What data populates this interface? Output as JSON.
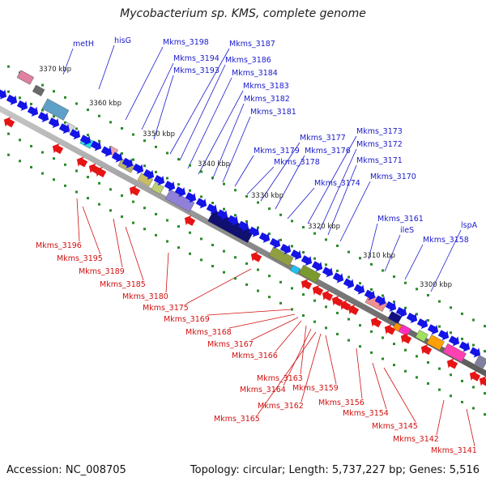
{
  "title": "Mycobacterium sp. KMS, complete genome",
  "accession_label": "Accession:",
  "accession": "NC_008705",
  "topology_text": "Topology: circular; Length: 5,737,227 bp; Genes: 5,516",
  "colors": {
    "forward_arrow": "#1414e6",
    "reverse_arrow": "#e61414",
    "forward_label": "#1a1acc",
    "reverse_label": "#d01010",
    "backbone": "#8c8c8c",
    "dots": "#2a8a2a",
    "tick_text": "#222222"
  },
  "ticks": [
    "3370 kbp",
    "3360 kbp",
    "3350 kbp",
    "3340 kbp",
    "3330 kbp",
    "3320 kbp",
    "3310 kbp",
    "3300 kbp"
  ],
  "forward_genes": [
    "metH",
    "hisG",
    "Mkms_3198",
    "Mkms_3194",
    "Mkms_3193",
    "Mkms_3187",
    "Mkms_3186",
    "Mkms_3184",
    "Mkms_3183",
    "Mkms_3182",
    "Mkms_3181",
    "Mkms_3179",
    "Mkms_3178",
    "Mkms_3177",
    "Mkms_3176",
    "Mkms_3174",
    "Mkms_3173",
    "Mkms_3172",
    "Mkms_3171",
    "Mkms_3170",
    "Mkms_3161",
    "ileS",
    "Mkms_3158",
    "lspA"
  ],
  "reverse_genes": [
    "Mkms_3196",
    "Mkms_3195",
    "Mkms_3189",
    "Mkms_3185",
    "Mkms_3180",
    "Mkms_3175",
    "Mkms_3169",
    "Mkms_3168",
    "Mkms_3167",
    "Mkms_3166",
    "Mkms_3163",
    "Mkms_3164",
    "Mkms_3165",
    "Mkms_3162",
    "Mkms_3159",
    "Mkms_3156",
    "Mkms_3154",
    "Mkms_3145",
    "Mkms_3142",
    "Mkms_3141"
  ]
}
